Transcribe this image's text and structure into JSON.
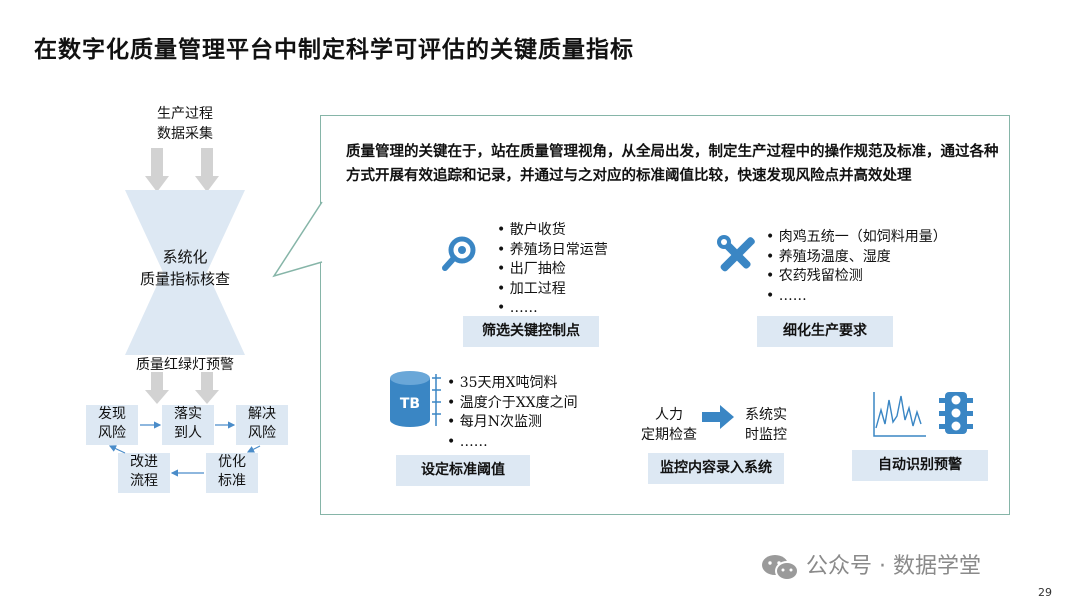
{
  "title": "在数字化质量管理平台中制定科学可评估的关键质量指标",
  "left": {
    "top_caption": [
      "生产过程",
      "数据采集"
    ],
    "center_caption": [
      "系统化",
      "质量指标核查"
    ],
    "warning_caption": "质量红绿灯预警",
    "cycle": {
      "discover": [
        "发现",
        "风险"
      ],
      "implement": [
        "落实",
        "到人"
      ],
      "resolve": [
        "解决",
        "风险"
      ],
      "optimize": [
        "优化",
        "标准"
      ],
      "improve": [
        "改进",
        "流程"
      ]
    }
  },
  "panel": {
    "intro": "质量管理的关键在于，站在质量管理视角，从全局出发，制定生产过程中的操作规范及标准，通过各种方式开展有效追踪和记录，并通过与之对应的标准阈值比较，快速发现风险点并高效处理",
    "filter": {
      "items": [
        "散户收货",
        "养殖场日常运营",
        "出厂抽检",
        "加工过程",
        "……"
      ],
      "label": "筛选关键控制点"
    },
    "refine": {
      "items": [
        "肉鸡五统一（如饲料用量）",
        "养殖场温度、湿度",
        "农药残留检测",
        "……"
      ],
      "label": "细化生产要求"
    },
    "threshold": {
      "icon_text": "TB",
      "items": [
        "35天用X吨饲料",
        "温度介于XX度之间",
        "每月N次监测",
        "……"
      ],
      "label": "设定标准阈值"
    },
    "monitor": {
      "from": [
        "人力",
        "定期检查"
      ],
      "to": [
        "系统实",
        "时监控"
      ],
      "label": "监控内容录入系统"
    },
    "alert": {
      "label": "自动识别预警"
    }
  },
  "watermark": "公众号 · 数据学堂",
  "page_number": "29",
  "colors": {
    "accent": "#3a86c4",
    "box": "#dde8f3",
    "arrow": "#d0d0d0",
    "panel_border": "#86b5a8"
  }
}
